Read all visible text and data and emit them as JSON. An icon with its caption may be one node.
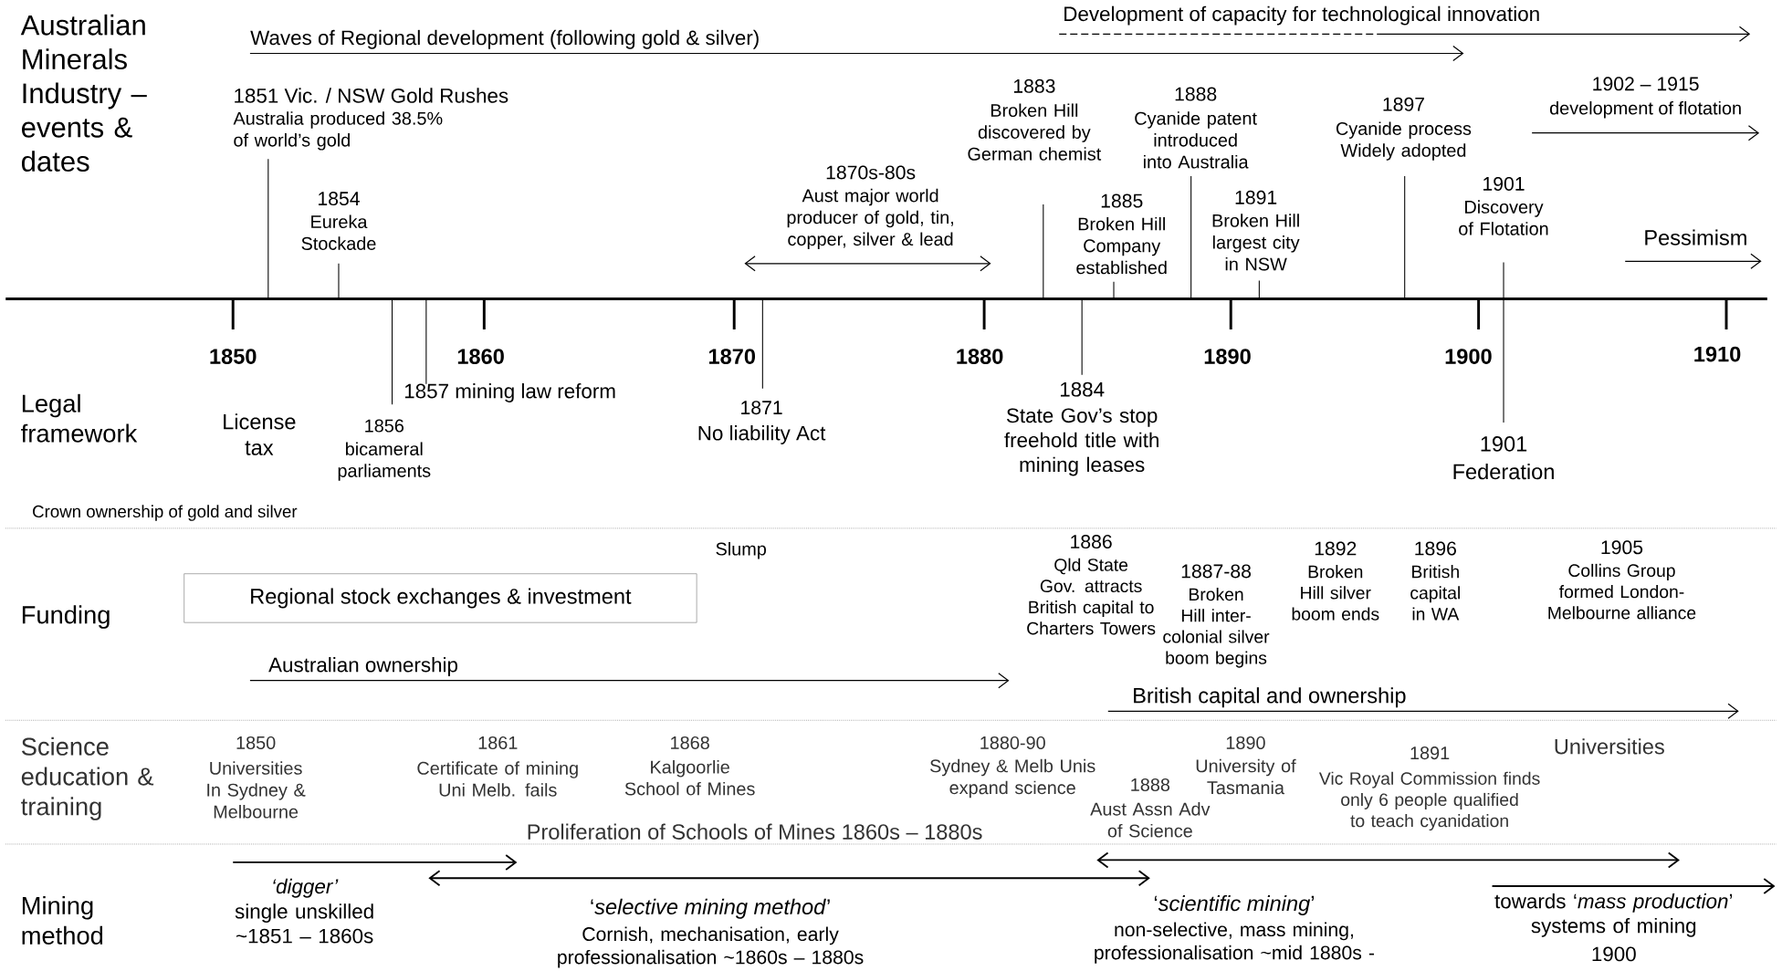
{
  "diagram": {
    "nodes": [
      {
        "text": [
          "Regional stock exchanges & investment"
        ]
      }
    ],
    "labels": [
      "Australian Minerals Industry – events & dates",
      "Waves of Regional development (following gold & silver)",
      "Development of capacity for technological innovation",
      "1851 Vic. / NSW Gold Rushes",
      "Australia produced 38.5% of world’s gold",
      "1854",
      "Eureka Stockade",
      "1870s-80s",
      "Aust major world producer of gold, tin, copper, silver & lead",
      "1883",
      "Broken Hill discovered by German chemist",
      "1888",
      "Cyanide patent introduced into Australia",
      "1885",
      "Broken Hill Company established",
      "1891",
      "Broken Hill largest city in NSW",
      "1897",
      "Cyanide process Widely adopted",
      "1902 – 1915",
      "development of flotation",
      "1901",
      "Discovery of Flotation",
      "Pessimism",
      "1850",
      "1860",
      "1870",
      "1880",
      "1890",
      "1900",
      "1910",
      "Legal framework",
      "License tax",
      "1856",
      "bicameral parliaments",
      "1857 mining law reform",
      "1871",
      "No liability Act",
      "1884",
      "State Gov’s stop freehold title with mining leases",
      "1901",
      "Federation",
      "Crown ownership of gold and silver",
      "Slump",
      "Funding",
      "Australian ownership",
      "1886",
      "Qld State Gov. attracts British capital to Charters Towers",
      "1887-88",
      "Broken Hill inter-colonial silver boom begins",
      "1892",
      "Broken Hill silver boom ends",
      "1896",
      "British capital in WA",
      "1905",
      "Collins Group formed London-Melbourne alliance",
      "British capital and ownership",
      "Science education & training",
      "1850",
      "Universities In Sydney & Melbourne",
      "1861",
      "Certificate of mining Uni Melb. fails",
      "1868",
      "Kalgoorlie School of Mines",
      "1880-90",
      "Sydney & Melb Unis expand science",
      "1888",
      "Aust Assn Adv of Science",
      "1890",
      "University of Tasmania",
      "1891",
      "Vic Royal Commission finds only 6 people qualified to teach cyanidation",
      "Universities",
      "Proliferation of Schools of Mines 1860s – 1880s",
      "Mining method",
      "‘digger’",
      "single unskilled ~1851 – 1860s",
      "‘*selective mining method*’",
      "Cornish, mechanisation, early professionalisation ~1860s – 1880s",
      "‘*scientific mining*’",
      "non-selective, mass mining, professionalisation ~mid 1880s -",
      "towards ‘*mass production*’ systems of mining",
      "1900"
    ]
  }
}
